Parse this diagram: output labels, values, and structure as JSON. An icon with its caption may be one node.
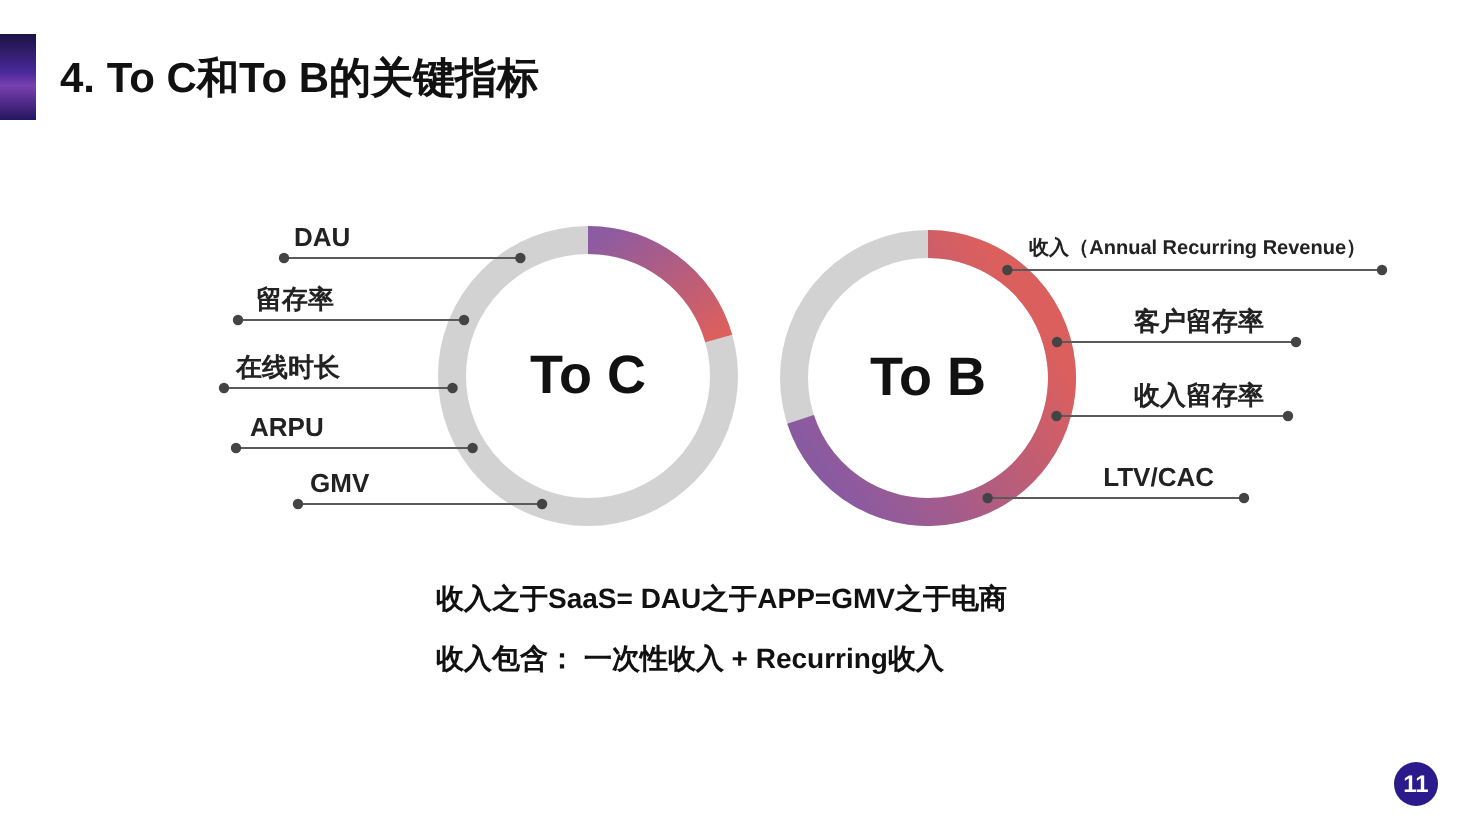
{
  "diagram": {
    "title": "4. To C和To B的关键指标",
    "nodes": [
      {
        "text": [
          "DAU"
        ]
      },
      {
        "text": [
          "留存率"
        ]
      },
      {
        "text": [
          "在线时长"
        ]
      },
      {
        "text": [
          "ARPU"
        ]
      },
      {
        "text": [
          "GMV"
        ]
      },
      {
        "text": [
          "To C"
        ]
      },
      {
        "text": [
          "To B"
        ]
      },
      {
        "text": [
          "收入（Annual Recurring Revenue）"
        ]
      },
      {
        "text": [
          "客户留存率"
        ]
      },
      {
        "text": [
          "收入留存率"
        ]
      },
      {
        "text": [
          "LTV/CAC"
        ]
      },
      {
        "text": [
          "11"
        ]
      }
    ],
    "edges": [
      {
        "from": 0,
        "to": 5,
        "arrow": "other"
      },
      {
        "from": 1,
        "to": 5,
        "arrow": "other"
      },
      {
        "from": 2,
        "to": 5,
        "arrow": "other"
      },
      {
        "from": 3,
        "to": 5,
        "arrow": "other"
      },
      {
        "from": 4,
        "to": 5,
        "arrow": "other"
      },
      {
        "from": 7,
        "to": 6,
        "arrow": "other"
      },
      {
        "from": 8,
        "to": 6,
        "arrow": "other"
      },
      {
        "from": 9,
        "to": 6,
        "arrow": "other"
      },
      {
        "from": 10,
        "to": 6,
        "arrow": "other"
      }
    ],
    "labels": [
      "收入之于SaaS= DAU之于APP=GMV之于电商",
      "收入包含： 一次性收入 + Recurring收入"
    ]
  }
}
